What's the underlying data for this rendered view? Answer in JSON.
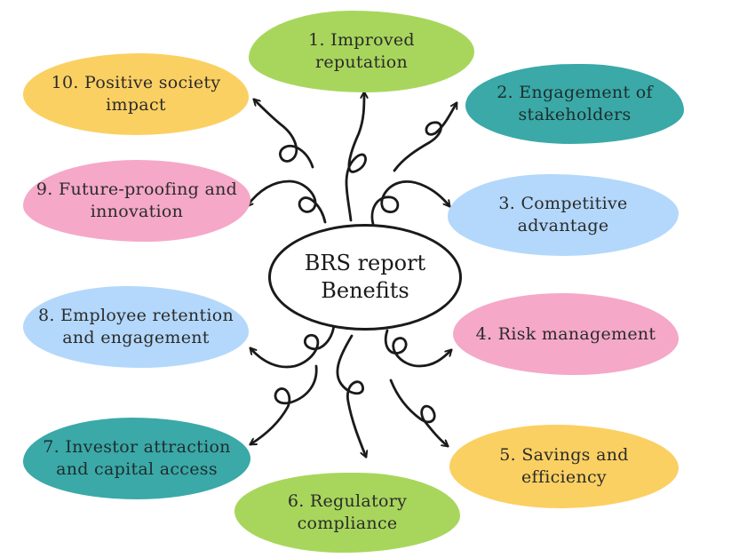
{
  "center": {
    "label": "BRS report\nBenefits"
  },
  "benefits": [
    {
      "label": "1. Improved\nreputation",
      "color": "#a8d65c"
    },
    {
      "label": "2. Engagement of\nstakeholders",
      "color": "#3aa9a8"
    },
    {
      "label": "3. Competitive\nadvantage",
      "color": "#b3d8fb"
    },
    {
      "label": "4. Risk management",
      "color": "#f5a8c8"
    },
    {
      "label": "5. Savings and\nefficiency",
      "color": "#fbd062"
    },
    {
      "label": "6. Regulatory\ncompliance",
      "color": "#a8d65c"
    },
    {
      "label": "7. Investor attraction\nand capital access",
      "color": "#3aa9a8"
    },
    {
      "label": "8. Employee retention\nand engagement",
      "color": "#b3d8fb"
    },
    {
      "label": "9. Future-proofing and\ninnovation",
      "color": "#f5a8c8"
    },
    {
      "label": "10. Positive society\nimpact",
      "color": "#fbd062"
    }
  ]
}
